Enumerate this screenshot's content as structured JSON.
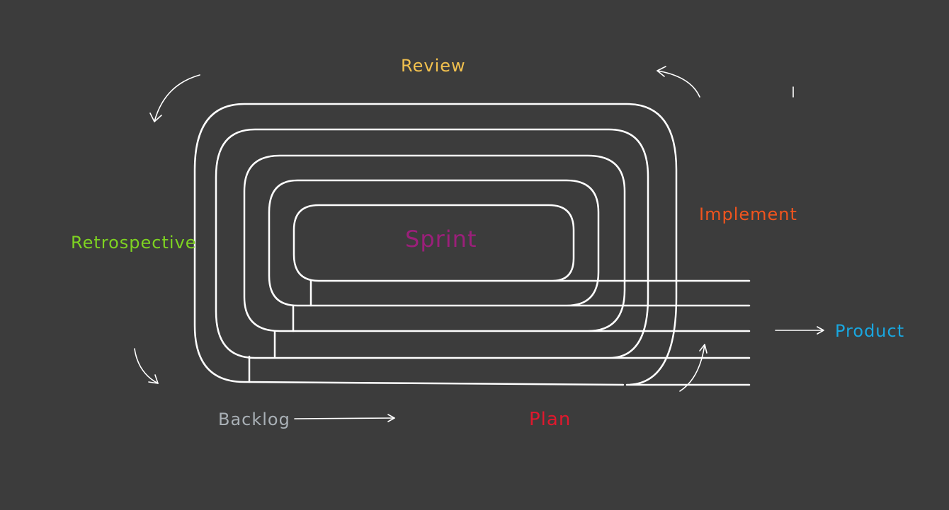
{
  "labels": {
    "review": "Review",
    "retrospective": "Retrospective",
    "sprint": "Sprint",
    "implement": "Implement",
    "product": "Product",
    "backlog": "Backlog",
    "plan": "Plan"
  },
  "colors": {
    "background": "#3c3c3c",
    "stroke": "#ffffff",
    "review": "#f2c14e",
    "retrospective": "#7ed321",
    "sprint": "#9b1f7a",
    "implement": "#f0541e",
    "product": "#19a7e0",
    "backlog": "#a9b0b6",
    "plan": "#e0182d"
  },
  "icons": {
    "cycle_arrows": [
      "curved-arrow-icon",
      "curved-arrow-icon",
      "curved-arrow-icon",
      "curved-arrow-icon"
    ],
    "flow_arrows": [
      "right-arrow-icon",
      "right-arrow-icon"
    ]
  }
}
